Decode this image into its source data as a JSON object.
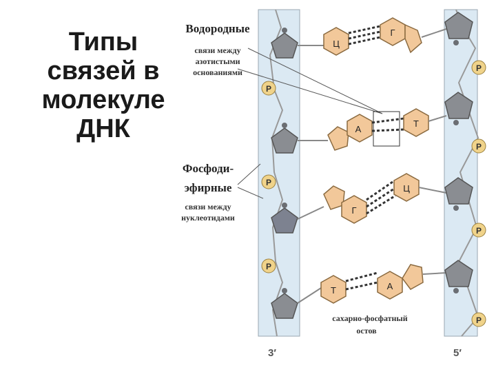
{
  "title": {
    "lines": [
      "Типы",
      "связей в",
      "молекуле",
      "ДНК"
    ]
  },
  "labels": {
    "hydrogen_title": "Водородные",
    "hydrogen_desc": [
      "связи между",
      "азотистыми",
      "основаниями"
    ],
    "phospho_title": [
      "Фосфоди-",
      "эфирные"
    ],
    "phospho_desc": [
      "связи между",
      "нуклеотидами"
    ],
    "backbone_desc": [
      "сахарно-фосфатный",
      "остов"
    ],
    "end_left": "3′",
    "end_right": "5′",
    "phosphate": "P"
  },
  "pairs": [
    {
      "left": "Ц",
      "right": "Г"
    },
    {
      "left": "А",
      "right": "Т"
    },
    {
      "left": "Г",
      "right": "Ц"
    },
    {
      "left": "Т",
      "right": "А"
    }
  ],
  "colors": {
    "strand_fill": "#dbe9f3",
    "base_fill": "#f2c89a",
    "sugar_fill": "#8a8d92",
    "phosphate_fill": "#f0d38a",
    "bond_line": "#888888",
    "text": "#222222"
  }
}
